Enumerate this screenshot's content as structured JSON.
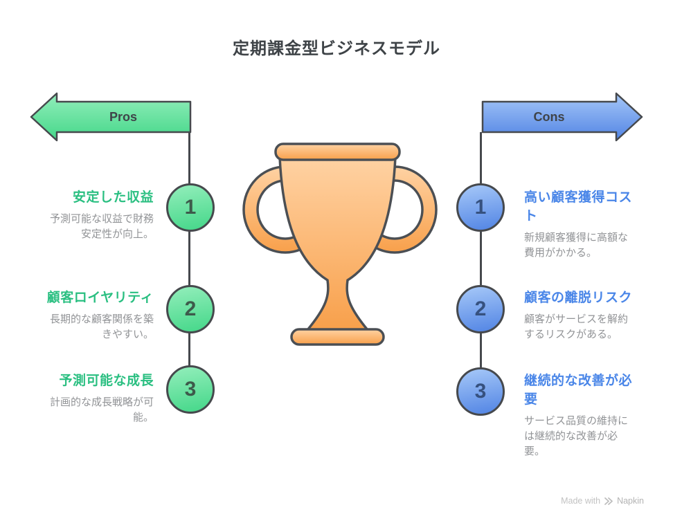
{
  "title": "定期課金型ビジネスモデル",
  "center_icon": "trophy-icon",
  "pros": {
    "label": "Pros",
    "items": [
      {
        "number": "1",
        "heading": "安定した収益",
        "description": "予測可能な収益で財務安定性が向上。"
      },
      {
        "number": "2",
        "heading": "顧客ロイヤリティ",
        "description": "長期的な顧客関係を築きやすい。"
      },
      {
        "number": "3",
        "heading": "予測可能な成長",
        "description": "計画的な成長戦略が可能。"
      }
    ]
  },
  "cons": {
    "label": "Cons",
    "items": [
      {
        "number": "1",
        "heading": "高い顧客獲得コスト",
        "description": "新規顧客獲得に高額な費用がかかる。"
      },
      {
        "number": "2",
        "heading": "顧客の離脱リスク",
        "description": "顧客がサービスを解約するリスクがある。"
      },
      {
        "number": "3",
        "heading": "継続的な改善が必要",
        "description": "サービス品質の維持には継続的な改善が必要。"
      }
    ]
  },
  "watermark": {
    "prefix": "Made with",
    "brand": "Napkin",
    "icon": "napkin-logo-icon"
  },
  "colors": {
    "title_color": "#3e4347",
    "outline": "#46494d",
    "pros_accent": "#2abf81",
    "cons_accent": "#4a86e8",
    "pros_fill_light": "#93eebb",
    "pros_fill_dark": "#44d789",
    "cons_fill_light": "#a6c8f8",
    "cons_fill_dark": "#5184e4",
    "trophy_light": "#ffd2a3",
    "trophy_dark": "#f8a04b",
    "description_color": "#919396",
    "watermark_color": "#c2c2c2"
  }
}
